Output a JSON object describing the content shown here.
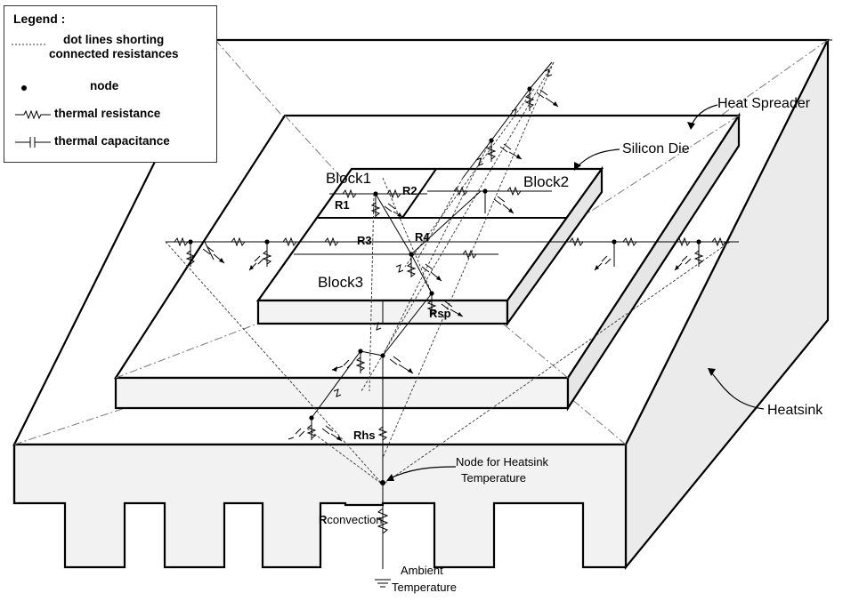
{
  "legend": {
    "title": "Legend :",
    "items": [
      {
        "symbol": "dotted-line",
        "label_line1": "dot lines shorting",
        "label_line2": "connected resistances"
      },
      {
        "symbol": "node-dot",
        "label": "node"
      },
      {
        "symbol": "resistor-zigzag",
        "label": "thermal resistance"
      },
      {
        "symbol": "capacitor",
        "label": "thermal capacitance"
      }
    ]
  },
  "labels": {
    "heat_spreader": "Heat Spreader",
    "silicon_die": "Silicon Die",
    "heatsink": "Heatsink",
    "block1": "Block1",
    "block2": "Block2",
    "block3": "Block3",
    "r1": "R1",
    "r2": "R2",
    "r3": "R3",
    "r4": "R4",
    "rsp": "Rsp",
    "rhs": "Rhs",
    "rconvection": "Rconvection",
    "node_heatsink_line1": "Node for Heatsink",
    "node_heatsink_line2": "Temperature",
    "ambient_line1": "Ambient",
    "ambient_line2": "Temperature"
  },
  "colors": {
    "fill_face": "#f4f4f4",
    "fill_side": "#e9e9e9",
    "stroke": "#000000"
  }
}
